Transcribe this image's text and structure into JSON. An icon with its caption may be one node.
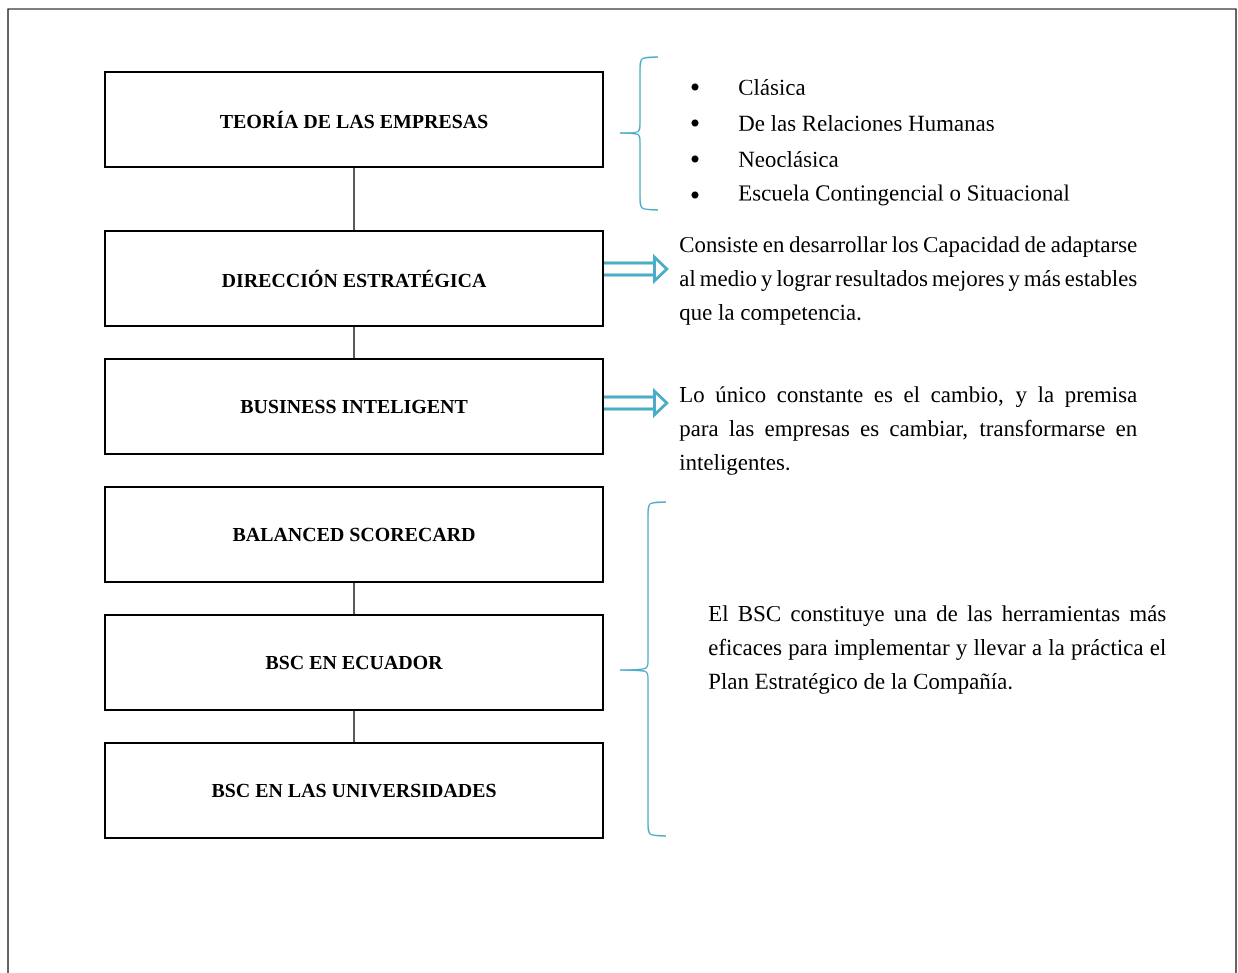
{
  "diagram": {
    "nodes": [
      {
        "text": [
          "TEORÍA DE LAS EMPRESAS"
        ]
      },
      {
        "text": [
          "DIRECCIÓN ESTRATÉGICA"
        ]
      },
      {
        "text": [
          "BUSINESS INTELIGENT"
        ]
      },
      {
        "text": [
          "BALANCED SCORECARD"
        ]
      },
      {
        "text": [
          "BSC EN ECUADOR"
        ]
      },
      {
        "text": [
          "BSC EN LAS UNIVERSIDADES"
        ]
      },
      {
        "text": [
          "Consiste en desarrollar los Capacidad de adaptarse al medio y lograr resultados mejores y más estables que la competencia."
        ]
      },
      {
        "text": [
          "Lo único constante es el cambio, y la premisa para las empresas es cambiar, transformarse en inteligentes."
        ]
      }
    ],
    "edges": [
      {
        "from": 0,
        "to": 1,
        "arrow": "none"
      },
      {
        "from": 1,
        "to": 2,
        "arrow": "none"
      },
      {
        "from": 3,
        "to": 4,
        "arrow": "none"
      },
      {
        "from": 4,
        "to": 5,
        "arrow": "none"
      },
      {
        "from": 1,
        "to": 6,
        "arrow": "to",
        "style": "thick",
        "color": "#4bacc6"
      },
      {
        "from": 2,
        "to": 7,
        "arrow": "to",
        "style": "thick",
        "color": "#4bacc6"
      }
    ],
    "labels": [
      "Clásica",
      "De las Relaciones Humanas",
      "Neoclásica",
      "Escuela Contingencial o Situacional",
      "El BSC constituye una de las herramientas más eficaces para implementar y llevar a la práctica el Plan Estratégico de la Compañía."
    ]
  }
}
